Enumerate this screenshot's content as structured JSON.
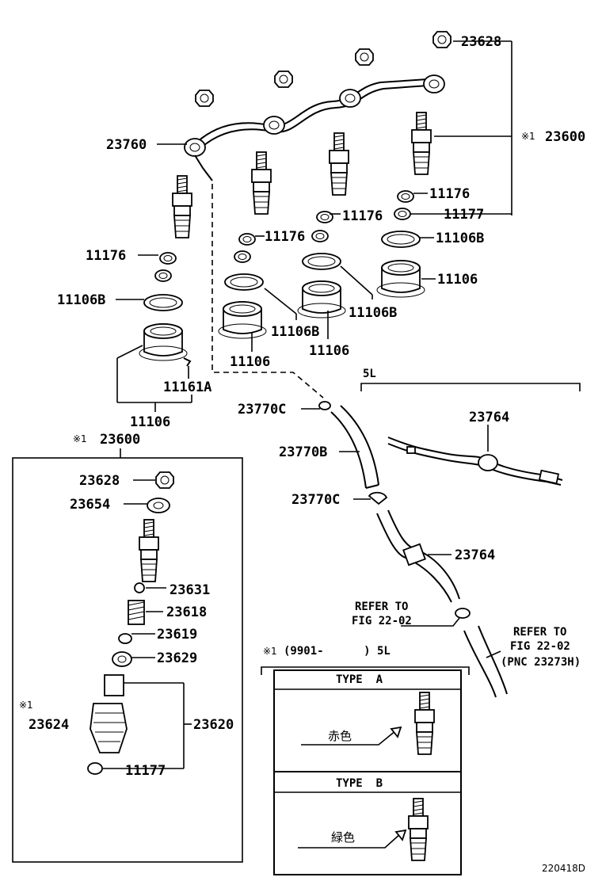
{
  "labels": {
    "p23628_top": "23628",
    "p23600_top": "23600",
    "p23600_top_mark": "※1",
    "p23760": "23760",
    "p11176_a": "11176",
    "p11177_a": "11177",
    "p11176_b": "11176",
    "p11176_c": "11176",
    "p11106b_a": "11106B",
    "p11106_a": "11106",
    "p11176_d": "11176",
    "p11106b_b": "11106B",
    "p11106b_c": "11106B",
    "p11106b_d": "11106B",
    "p11106_b": "11106",
    "p11106_c": "11106",
    "p11161a": "11161A",
    "p11106_d": "11106",
    "p23600_box": "23600",
    "p23600_box_mark": "※1",
    "p23628_box": "23628",
    "p23654": "23654",
    "p23631": "23631",
    "p23618": "23618",
    "p23619": "23619",
    "p23629": "23629",
    "p23624_mark": "※1",
    "p23624": "23624",
    "p23620": "23620",
    "p11177_b": "11177",
    "p23770c_a": "23770C",
    "p23770b": "23770B",
    "p23770c_b": "23770C",
    "p23764_a": "23764",
    "p23764_b": "23764",
    "engine_5l": "5L",
    "refer_1_line1": "REFER TO",
    "refer_1_line2": "FIG 22-02",
    "refer_2_line1": "REFER TO",
    "refer_2_line2": "FIG 22-02",
    "refer_2_line3": "(PNC 23273H)",
    "note_mark": "※1",
    "note_text": "(9901-      ) 5L",
    "type_a": "TYPE  A",
    "type_a_color": "赤色",
    "type_b": "TYPE  B",
    "type_b_color": "緑色",
    "figure_code": "220418D"
  }
}
